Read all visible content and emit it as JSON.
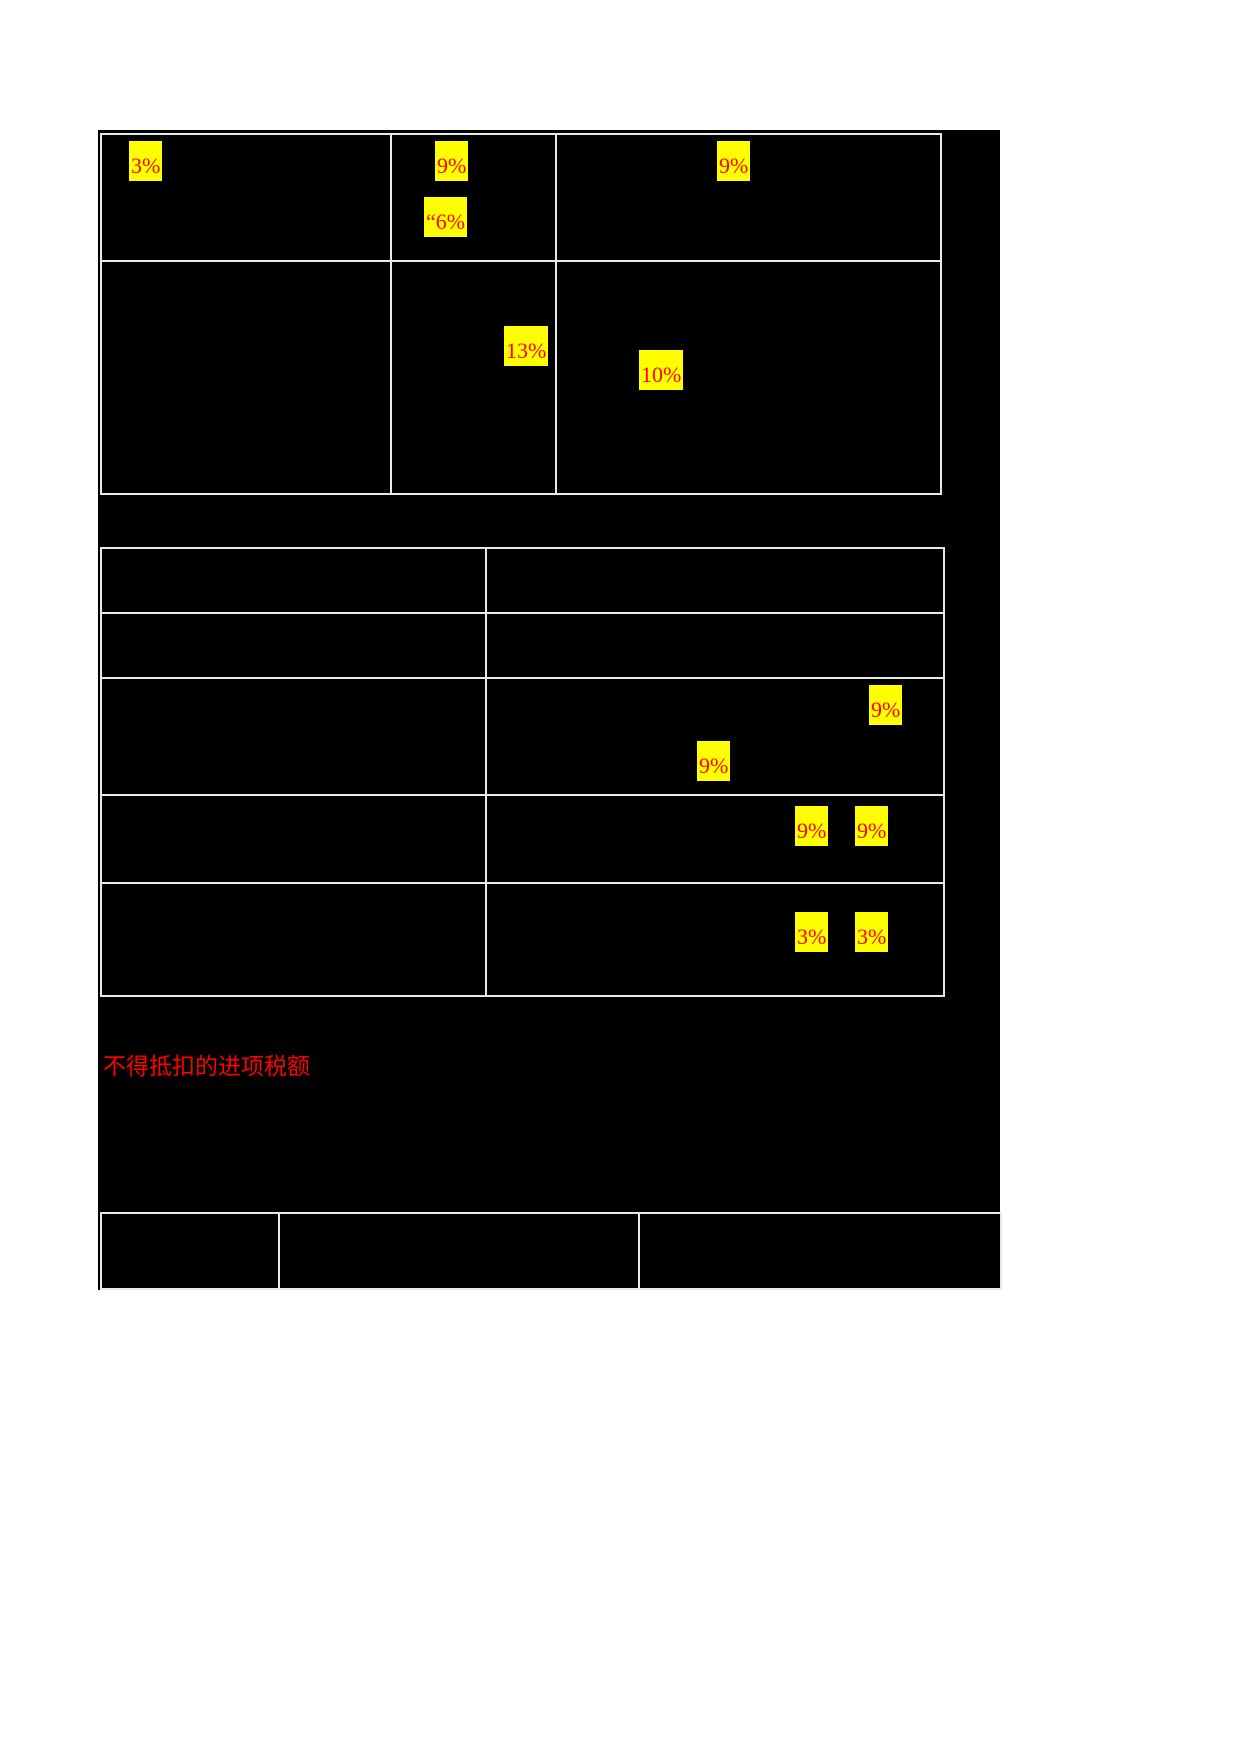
{
  "page": {
    "background_color": "#000000",
    "page_color": "#ffffff",
    "highlight_color": "#ffff00",
    "highlight_text_color": "#ff0000",
    "border_color": "#e8e8e8"
  },
  "table_top": {
    "name": "vat-rate-matrix",
    "cells": {
      "r1c1_pct": "3%",
      "r1c2_pct_a": "9%",
      "r1c2_pct_b": "“6%",
      "r1c3_pct": "9%",
      "r2c2_pct": "13%",
      "r2c3_pct": "10%"
    }
  },
  "table_mid": {
    "name": "input-tax-deduction-table",
    "rows": [
      {
        "left": "",
        "right": ""
      },
      {
        "left": "",
        "right": ""
      },
      {
        "left": "",
        "right": "",
        "pct_a": "9%",
        "pct_b": "9%"
      },
      {
        "left": "",
        "right": "",
        "pct_a": "9%",
        "pct_b": "9%"
      },
      {
        "left": "",
        "right": "",
        "pct_a": "3%",
        "pct_b": "3%"
      }
    ]
  },
  "caption": {
    "text": "不得抵扣的进项税额",
    "color": "#ff0000"
  },
  "table_bottom": {
    "name": "footer-table",
    "columns": [
      "",
      "",
      ""
    ],
    "rows": [
      {
        "c1": "",
        "c2": "",
        "c3": ""
      }
    ]
  }
}
